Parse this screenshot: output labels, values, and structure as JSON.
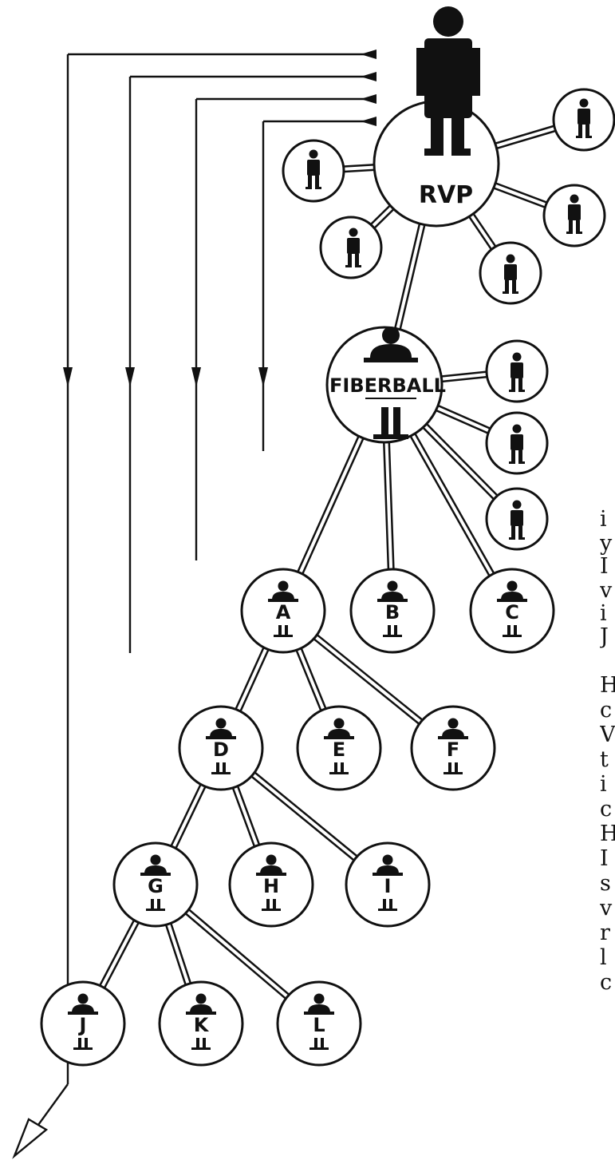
{
  "diagram": {
    "root": "RVP",
    "second": "FIBERBALL",
    "nodes": {
      "A": "A",
      "B": "B",
      "C": "C",
      "D": "D",
      "E": "E",
      "F": "F",
      "G": "G",
      "H": "H",
      "I": "I",
      "J": "J",
      "K": "K",
      "L": "L"
    }
  },
  "side_text": [
    "i",
    "y",
    "I",
    "v",
    "i",
    "J",
    "H",
    "c",
    "V",
    "t",
    "i",
    "c",
    "H",
    "I",
    "s",
    "v",
    "r",
    "l",
    "c"
  ]
}
